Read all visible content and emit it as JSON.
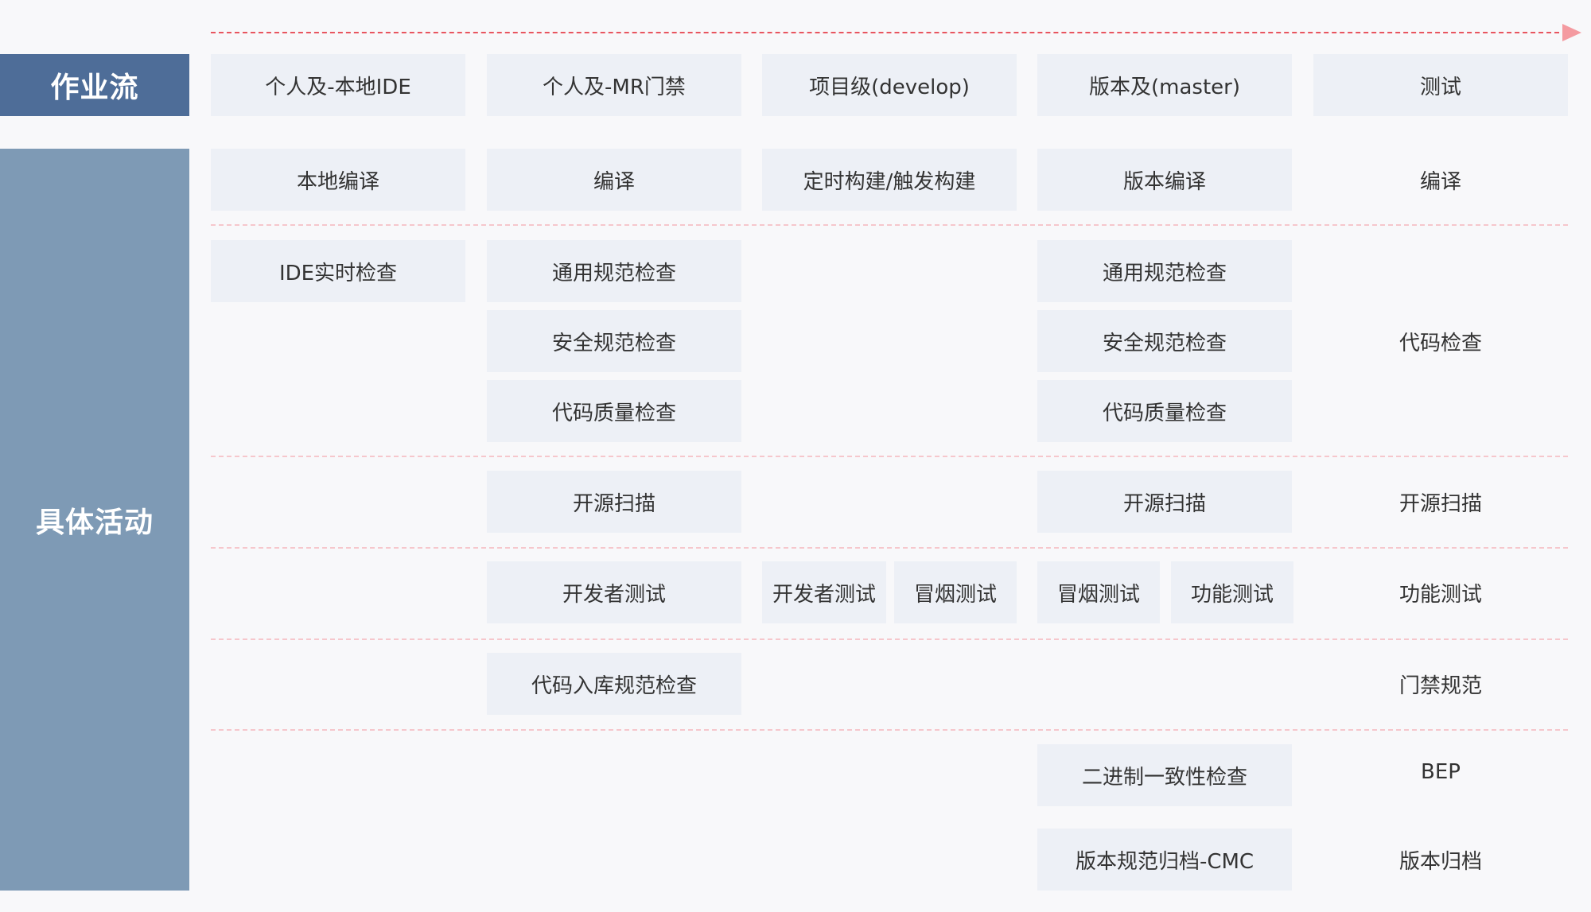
{
  "colors": {
    "workflow_header": "#4e6d98",
    "activity_sidebar": "#7e9ab5",
    "cell_bg": "#edf0f6",
    "divider": "#f6c7cc",
    "arrow": "#e8555f"
  },
  "sidebar": {
    "workflow_label": "作业流",
    "activities_label": "具体活动"
  },
  "stages": [
    "个人及-本地IDE",
    "个人及-MR门禁",
    "项目级(develop)",
    "版本及(master)",
    "测试"
  ],
  "activities": {
    "build": [
      "本地编译",
      "编译",
      "定时构建/触发构建",
      "版本编译",
      "编译"
    ],
    "ide_check": "IDE实时检查",
    "mr_checks": [
      "通用规范检查",
      "安全规范检查",
      "代码质量检查"
    ],
    "master_checks": [
      "通用规范检查",
      "安全规范检查",
      "代码质量检查"
    ],
    "test_code_check": "代码检查",
    "oss_scan": {
      "mr": "开源扫描",
      "master": "开源扫描",
      "test": "开源扫描"
    },
    "testing": {
      "mr": "开发者测试",
      "develop": [
        "开发者测试",
        "冒烟测试"
      ],
      "master": [
        "冒烟测试",
        "功能测试"
      ],
      "test": "功能测试"
    },
    "gate": {
      "mr": "代码入库规范检查",
      "test": "门禁规范"
    },
    "release": {
      "binary_check": "二进制一致性检查",
      "bep": "BEP",
      "archive": "版本规范归档-CMC",
      "test_archive": "版本归档"
    }
  }
}
